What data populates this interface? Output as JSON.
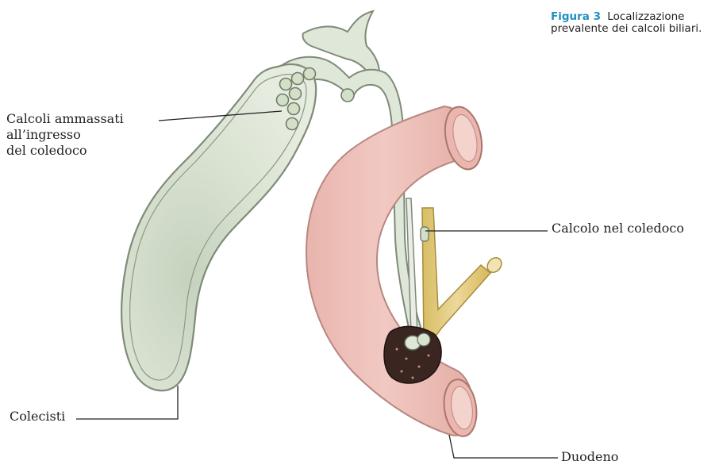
{
  "caption": {
    "figure_number": "Figura 3",
    "text": "Localizzazione prevalente dei calcoli biliari."
  },
  "labels": {
    "stones_at_entrance": {
      "line1": "Calcoli ammassati",
      "line2": "all’ingresso",
      "line3": "del coledoco"
    },
    "stone_in_duct": "Calcolo nel coledoco",
    "gallbladder": "Colecisti",
    "duodenum": "Duodeno"
  },
  "colors": {
    "gallbladder_fill": "#dfe7d8",
    "gallbladder_outline": "#7d8b77",
    "duodenum_fill": "#efc3bd",
    "duodenum_shade": "#d99a94",
    "pancreatic_duct": "#e3cc7d",
    "caption_accent": "#1f8fc7"
  }
}
